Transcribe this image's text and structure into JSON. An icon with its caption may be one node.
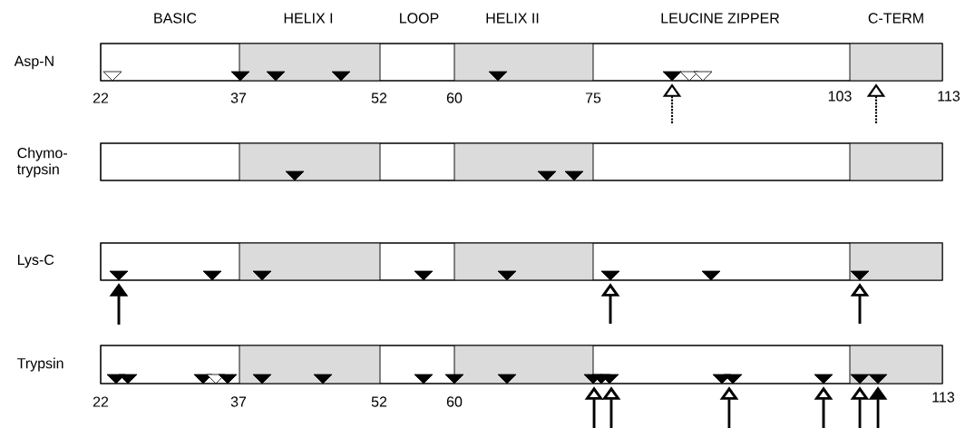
{
  "diagram": {
    "nodes": [
      {
        "text": [
          "Asp-N"
        ]
      },
      {
        "text": [
          "Chymo- trypsin"
        ]
      },
      {
        "text": [
          "Lys-C"
        ]
      },
      {
        "text": [
          "Trypsin"
        ]
      }
    ],
    "edges": [
      {
        "from": null,
        "to": 0,
        "arrow": "to",
        "style": "dashed"
      },
      {
        "from": null,
        "to": 0,
        "arrow": "to",
        "style": "dashed"
      },
      {
        "from": null,
        "to": 2,
        "arrow": "to"
      },
      {
        "from": null,
        "to": 2,
        "arrow": "to"
      },
      {
        "from": null,
        "to": 2,
        "arrow": "to"
      },
      {
        "from": null,
        "to": 3,
        "arrow": "to"
      },
      {
        "from": null,
        "to": 3,
        "arrow": "to"
      },
      {
        "from": null,
        "to": 3,
        "arrow": "to"
      },
      {
        "from": null,
        "to": 3,
        "arrow": "to"
      },
      {
        "from": null,
        "to": 3,
        "arrow": "to"
      },
      {
        "from": null,
        "to": 3,
        "arrow": "to"
      }
    ],
    "labels": [
      "BASIC",
      "HELIX I",
      "LOOP",
      "HELIX II",
      "LEUCINE ZIPPER",
      "C-TERM",
      "22",
      "37",
      "52",
      "60",
      "75",
      "103",
      "113",
      "22",
      "37",
      "52",
      "60",
      "113"
    ]
  }
}
